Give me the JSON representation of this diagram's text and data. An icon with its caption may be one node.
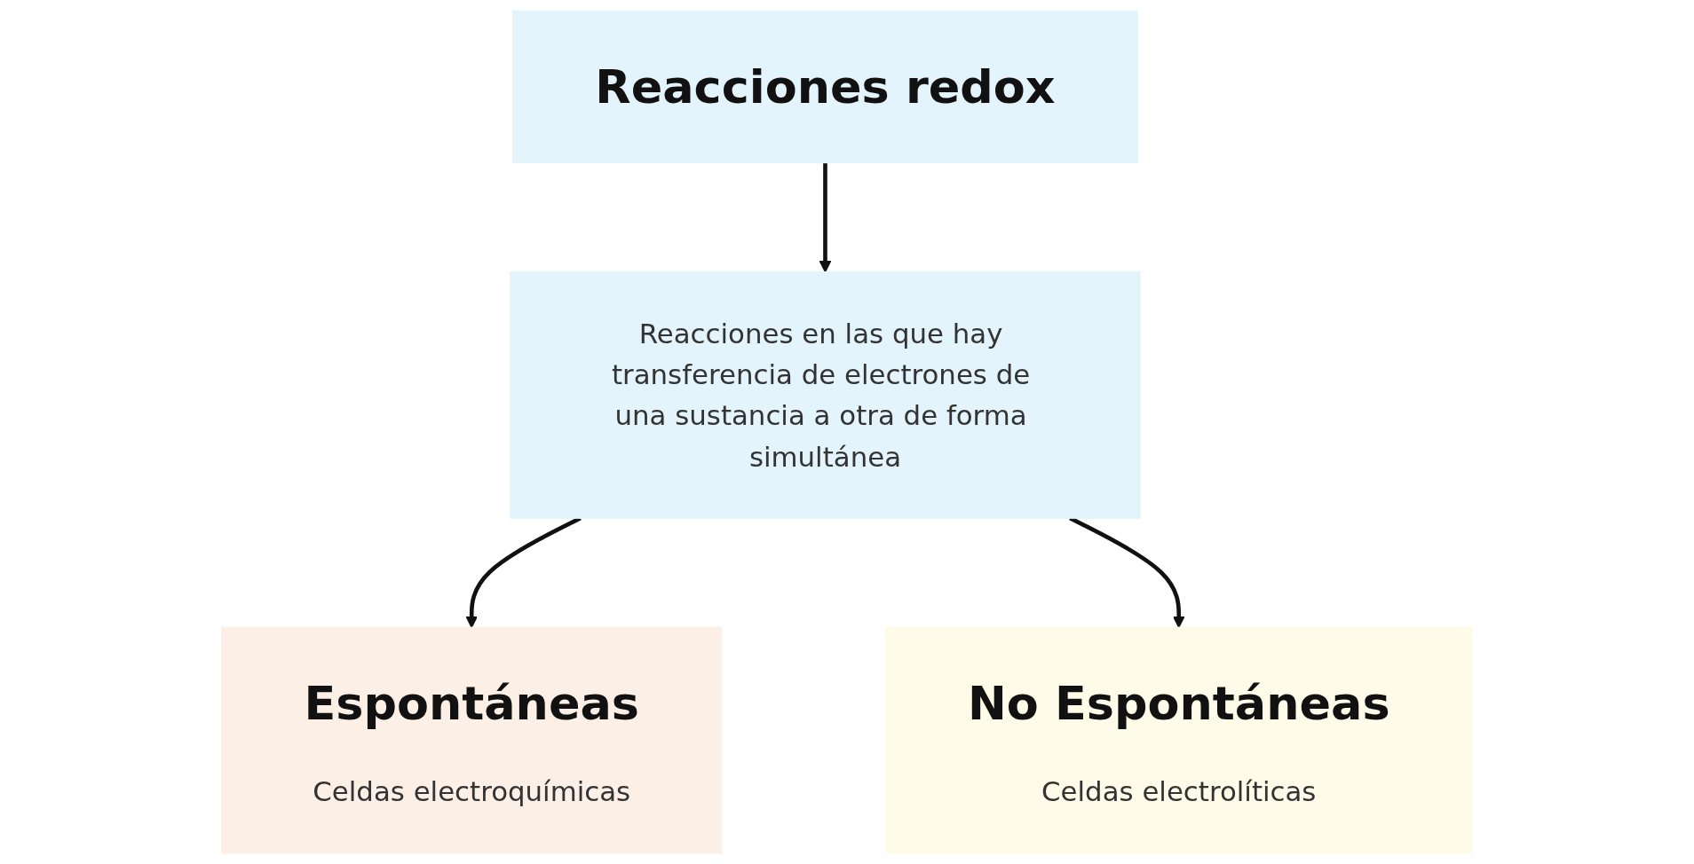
{
  "diagram": {
    "nodes": [
      {
        "text": [
          "Reacciones redox"
        ]
      },
      {
        "text": [
          "Reacciones en las que hay transferencia de electrones de una sustancia a otra de forma simultánea"
        ]
      },
      {
        "text": [
          "Espontáneas",
          "Celdas electroquímicas"
        ]
      },
      {
        "text": [
          "No Espontáneas",
          "Celdas electrolíticas"
        ]
      }
    ],
    "edges": [
      {
        "from": 0,
        "to": 1,
        "arrow": "to"
      },
      {
        "from": 1,
        "to": 2,
        "arrow": "to"
      },
      {
        "from": 1,
        "to": 3,
        "arrow": "to"
      }
    ]
  }
}
